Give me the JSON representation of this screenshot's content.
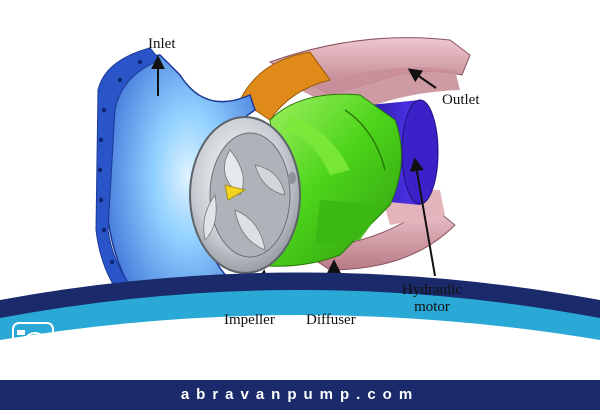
{
  "labels": {
    "inlet": "Inlet",
    "outlet": "Outlet",
    "impeller": "Impeller",
    "diffuser": "Diffuser",
    "motor_line1": "Hydraulic",
    "motor_line2": "motor"
  },
  "footer": {
    "website": "abravanpump.com"
  },
  "colors": {
    "casing_blue": "#2f5fd0",
    "diffuser_green": "#4cd41a",
    "motor_purple": "#3b22c8",
    "outlet_pink": "#d9a0aa",
    "impeller_silver": "#c8ccd2",
    "band_navy": "#1b2a6b",
    "band_cyan": "#2aa9d6"
  },
  "icons": {
    "logo": "pump-logo-icon"
  }
}
